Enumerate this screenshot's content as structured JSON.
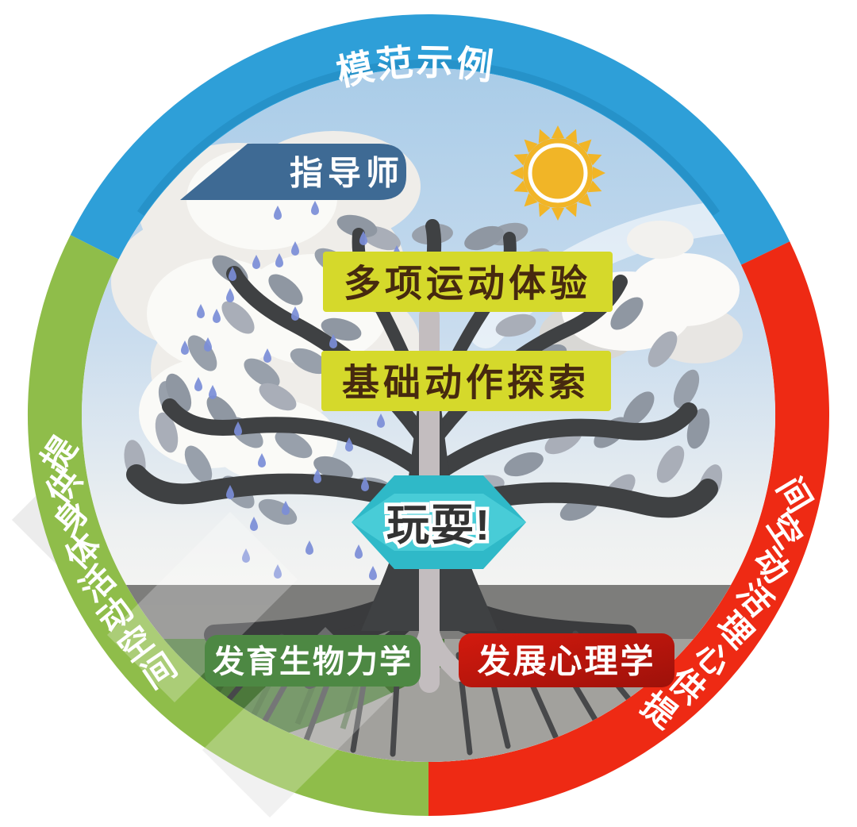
{
  "diagram_title": "模范示例",
  "arcs": {
    "top": {
      "label": "模范示例",
      "chars": [
        "模",
        "范",
        "示",
        "例"
      ],
      "color": "#2e9fd8"
    },
    "left": {
      "label": "提供身体活动空间",
      "chars": [
        "提",
        "供",
        "身",
        "体",
        "活",
        "动",
        "空",
        "间"
      ],
      "color": "#8fbd4a"
    },
    "right": {
      "label": "提供心理活动空间",
      "chars": [
        "提",
        "供",
        "心",
        "理",
        "活",
        "动",
        "空",
        "间"
      ],
      "color": "#ee2a14"
    }
  },
  "labels": {
    "instructor": {
      "text": "指导师",
      "bg": "#3e6a94",
      "fg": "#ffffff"
    },
    "experience": {
      "text": "多项运动体验",
      "bg": "#d5d92b",
      "fg": "#46290f"
    },
    "exploration": {
      "text": "基础动作探索",
      "bg": "#d5d92b",
      "fg": "#46290f"
    },
    "play": {
      "text": "玩耍!",
      "bg": "#2fb9c8",
      "fg": "#333333"
    },
    "biomechanics": {
      "text": "发育生物力学",
      "bg": "#4d8843",
      "fg": "#ffffff"
    },
    "psychology": {
      "text": "发展心理学",
      "bg": "#b5150c",
      "fg": "#ffffff"
    }
  },
  "scene": {
    "sun": "sun-icon",
    "clouds": "cloud-icons",
    "rain": "rain-drops",
    "tree": "tree-illustration",
    "sky_top": "#a9cce8",
    "sky_bottom": "#f6f5f2",
    "ground_dark": "#7d7d7b",
    "ground_light": "#a2a19d",
    "grass_green": "#4c783b",
    "leaf_gray": "#98a0ab",
    "branch_dark": "#3f4143",
    "trunk_stripe": "#c3bdbf",
    "rain_blue": "#7b8ed8",
    "sun_yellow": "#f1b527"
  }
}
